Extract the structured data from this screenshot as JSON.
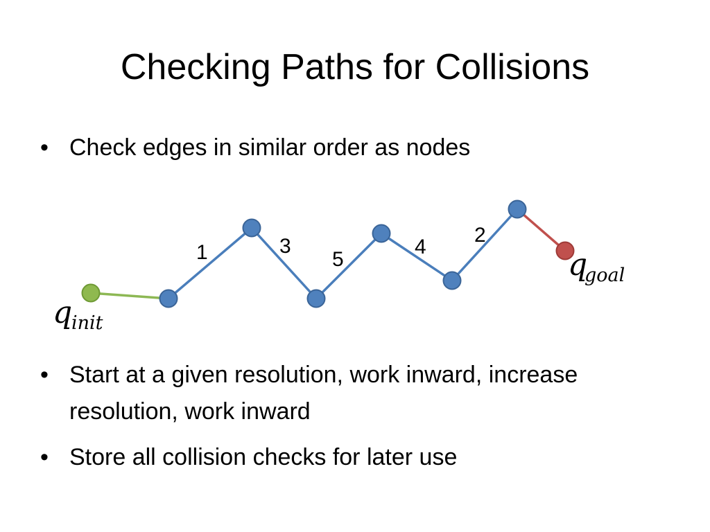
{
  "slide": {
    "title": "Checking Paths for Collisions",
    "bullets": [
      "Check edges in similar order as nodes",
      "Start at a given resolution, work inward, increase resolution, work inward",
      "Store all collision checks for later use"
    ]
  },
  "diagram": {
    "start_label": {
      "base": "q",
      "sub": "init"
    },
    "goal_label": {
      "base": "q",
      "sub": "goal"
    },
    "edge_order_labels": [
      "1",
      "3",
      "5",
      "4",
      "2"
    ],
    "colors": {
      "path": "#4a7ebb",
      "node_fill": "#4f81bd",
      "node_stroke": "#3a6497",
      "start_edge": "#8db854",
      "start_fill": "#8fb94f",
      "start_stroke": "#6f9a35",
      "goal_edge": "#c0504d",
      "goal_fill": "#c0504d",
      "goal_stroke": "#9e3a37"
    }
  }
}
